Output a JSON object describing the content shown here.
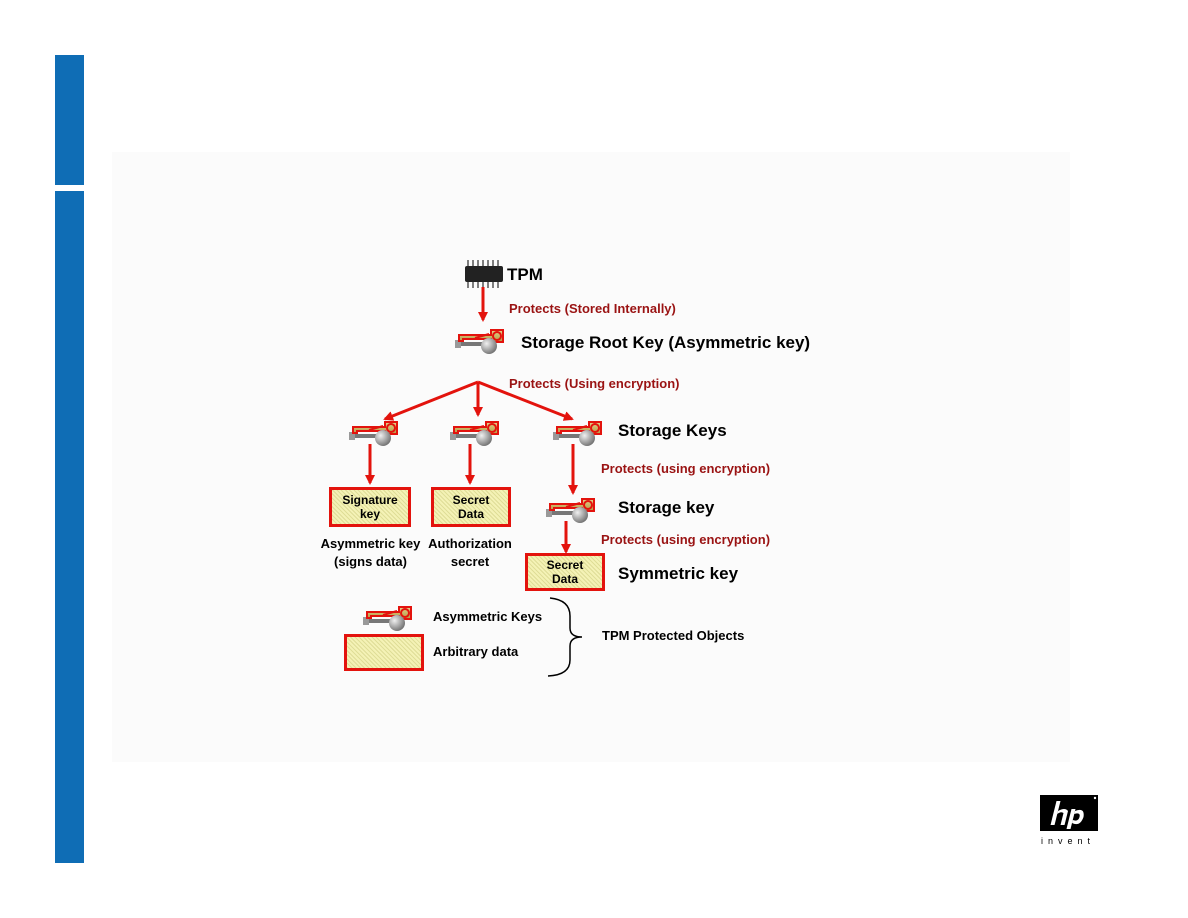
{
  "colors": {
    "accent": "#0f6db5",
    "red": "#e3130d",
    "red_text": "#9a1313"
  },
  "diagram": {
    "tpm_label": "TPM",
    "srk_edge_label": "Protects (Stored Internally)",
    "srk_label": "Storage Root Key (Asymmetric key)",
    "srk_children_edge_label": "Protects (Using encryption)",
    "storage_keys_label": "Storage Keys",
    "storage_key_edge_label": "Protects (using encryption)",
    "storage_key_label": "Storage key",
    "symmetric_edge_label": "Protects (using encryption)",
    "symmetric_key_label": "Symmetric key",
    "signature_box": "Signature key",
    "secret_box_1": "Secret Data",
    "secret_box_2": "Secret Data",
    "signature_caption": "Asymmetric key (signs data)",
    "authorization_caption": "Authorization secret"
  },
  "legend": {
    "asymmetric_keys": "Asymmetric Keys",
    "arbitrary_data": "Arbitrary data",
    "group_label": "TPM Protected Objects"
  },
  "logo": {
    "invent": "invent"
  }
}
